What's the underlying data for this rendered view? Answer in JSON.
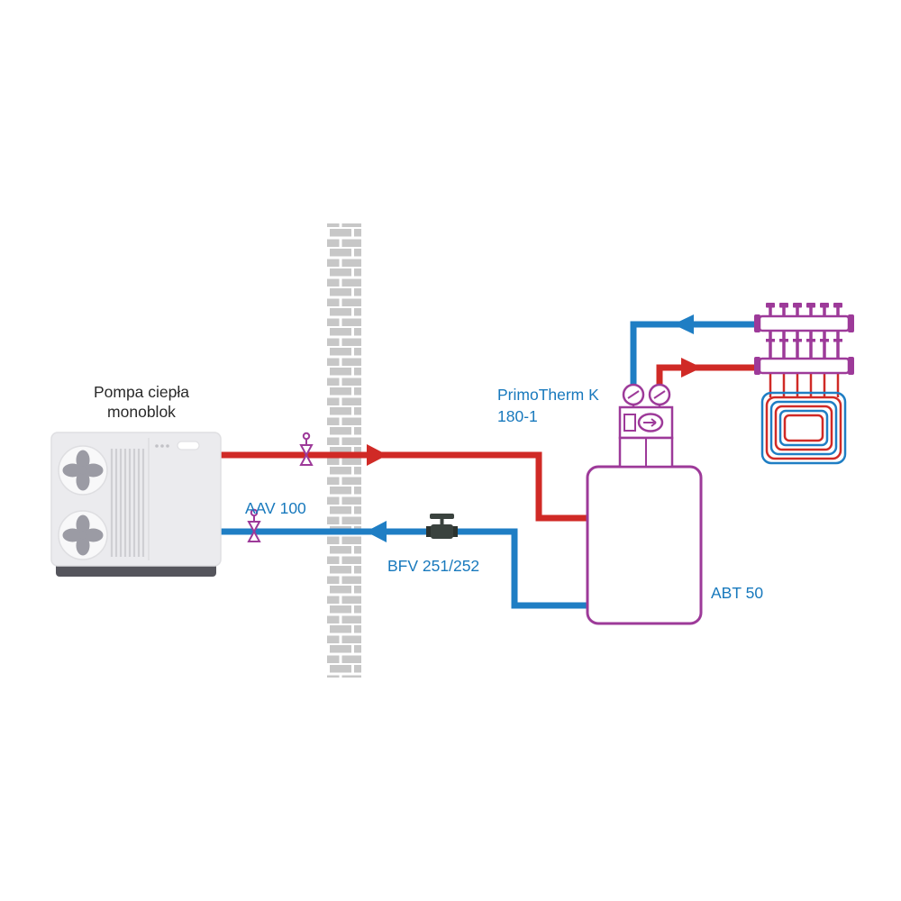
{
  "labels": {
    "heat_pump": {
      "line1": "Pompa ciepła",
      "line2": "monoblok"
    },
    "aav": "AAV 100",
    "bfv": "BFV 251/252",
    "pump_group": {
      "line1": "PrimoTherm K",
      "line2": "180-1"
    },
    "tank": "ABT 50"
  },
  "colors": {
    "supply_red": "#d02a26",
    "return_blue": "#1f7ec4",
    "component_purple": "#9d3a99",
    "label_blue": "#1879bd",
    "label_dark": "#2a2a2a",
    "brick_gray": "#c7c7c7",
    "unit_body_gray": "#ebebee",
    "unit_base_gray": "#55555c",
    "ball_valve_dark": "#3a423e"
  },
  "icons": {
    "fan": "fan-icon",
    "air_vent": "air-vent-valve-icon",
    "ball_valve": "ball-valve-icon",
    "flow_arrow": "flow-arrow-icon"
  }
}
